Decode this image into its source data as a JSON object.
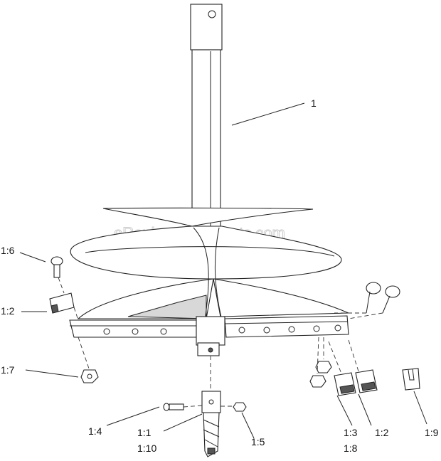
{
  "watermark": "eReplacementParts.com",
  "callouts": {
    "auger": "1",
    "bolt_left": "1:6",
    "tooth_left": "1:2",
    "nut_left": "1:7",
    "screw_pilot": "1:4",
    "pilot_bit": "1:1",
    "pilot_bit_alt": "1:10",
    "nut_pilot": "1:5",
    "tooth_right_a": "1:3",
    "tooth_right_a_alt": "1:8",
    "tooth_right_b": "1:2",
    "tooth_right_c": "1:9"
  }
}
